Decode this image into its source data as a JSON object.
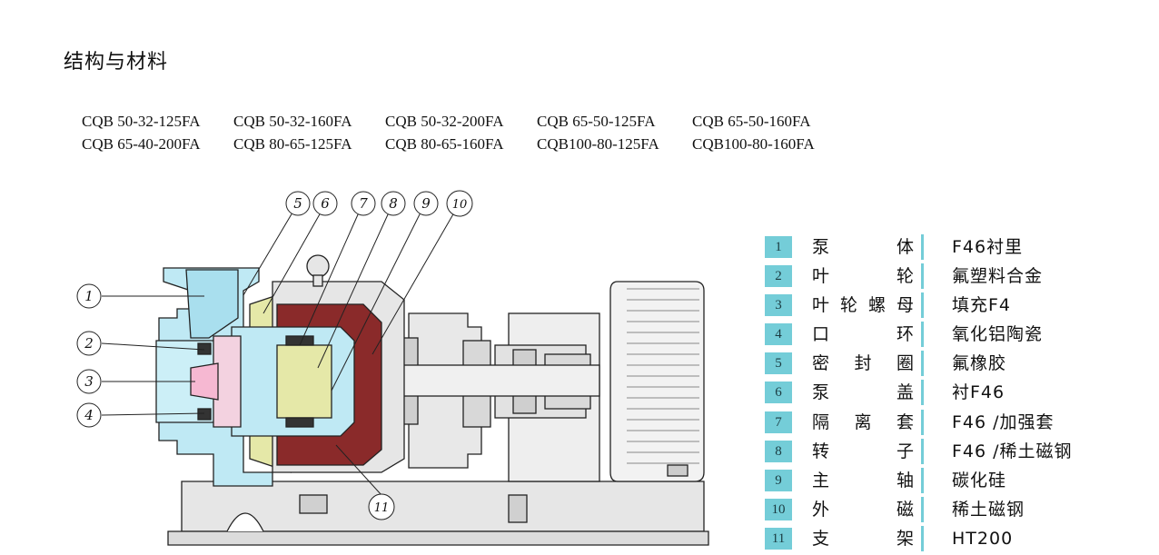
{
  "heading": "结构与材料",
  "models": [
    [
      "CQB 50-32-125FA",
      "CQB 50-32-160FA",
      "CQB 50-32-200FA",
      "CQB 65-50-125FA",
      "CQB 65-50-160FA"
    ],
    [
      "CQB 65-40-200FA",
      "CQB 80-65-125FA",
      "CQB 80-65-160FA",
      "CQB100-80-125FA",
      "CQB100-80-160FA"
    ]
  ],
  "callouts": [
    "1",
    "2",
    "3",
    "4",
    "5",
    "6",
    "7",
    "8",
    "9",
    "10",
    "11"
  ],
  "parts": [
    {
      "num": "1",
      "name": [
        "泵",
        "体"
      ],
      "material": "F46衬里"
    },
    {
      "num": "2",
      "name": [
        "叶",
        "轮"
      ],
      "material": "氟塑料合金"
    },
    {
      "num": "3",
      "name": [
        "叶",
        "轮",
        "螺",
        "母"
      ],
      "material": "填充F4"
    },
    {
      "num": "4",
      "name": [
        "口",
        "环"
      ],
      "material": "氧化铝陶瓷"
    },
    {
      "num": "5",
      "name": [
        "密",
        "封",
        "圈"
      ],
      "material": "氟橡胶"
    },
    {
      "num": "6",
      "name": [
        "泵",
        "盖"
      ],
      "material": "衬F46"
    },
    {
      "num": "7",
      "name": [
        "隔",
        "离",
        "套"
      ],
      "material": "F46 /加强套"
    },
    {
      "num": "8",
      "name": [
        "转",
        "子"
      ],
      "material": "F46 /稀土磁钢"
    },
    {
      "num": "9",
      "name": [
        "主",
        "轴"
      ],
      "material": "碳化硅"
    },
    {
      "num": "10",
      "name": [
        "外",
        "磁"
      ],
      "material": "稀土磁钢"
    },
    {
      "num": "11",
      "name": [
        "支",
        "架"
      ],
      "material": "HT200"
    }
  ],
  "colors": {
    "accent": "#74cdd8",
    "pump_body": "#bfe9f4",
    "magnet": "#8a2a2a",
    "liner": "#e5e8a8",
    "grey": "#e3e3e3"
  }
}
